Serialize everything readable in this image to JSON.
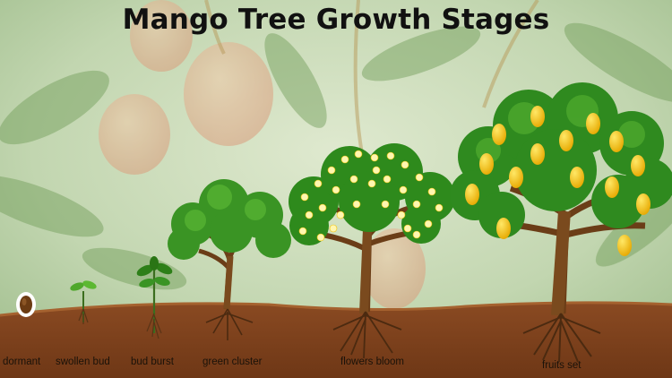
{
  "title": "Mango Tree Growth Stages",
  "stages": [
    {
      "label": "dormant"
    },
    {
      "label": "swollen bud"
    },
    {
      "label": "bud burst"
    },
    {
      "label": "green cluster"
    },
    {
      "label": "flowers bloom"
    },
    {
      "label": "fruits set"
    }
  ],
  "colors": {
    "soil": "#7a3f1c",
    "soil_edge": "#9a5a2a",
    "leaf": "#2f8a1f",
    "fruit": "#f5c400",
    "flower": "#fff6b0"
  }
}
